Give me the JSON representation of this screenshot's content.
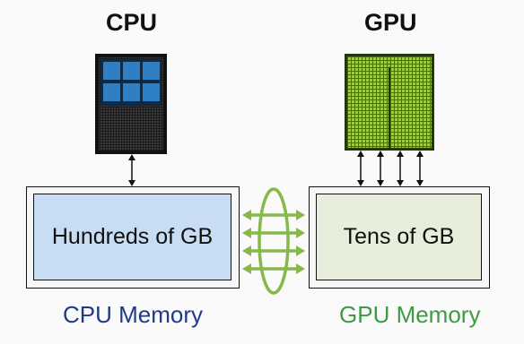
{
  "cpu": {
    "title": "CPU",
    "memory_text": "Hundreds of GB",
    "memory_label": "CPU Memory"
  },
  "gpu": {
    "title": "GPU",
    "memory_text": "Tens of GB",
    "memory_label": "GPU Memory"
  },
  "colors": {
    "cpu_memory_fill": "#c8dcf4",
    "gpu_memory_fill": "#e8eedc",
    "cpu_label": "#1f3a8a",
    "gpu_label": "#3f9a45",
    "interconnect": "#86b84a",
    "gpu_core": "#8cbf3f",
    "cpu_core": "#2f7fc4"
  },
  "icons": {
    "cpu_chip": "cpu-chip-icon",
    "gpu_chip": "gpu-chip-icon",
    "interconnect": "bidirectional-interconnect-icon"
  }
}
